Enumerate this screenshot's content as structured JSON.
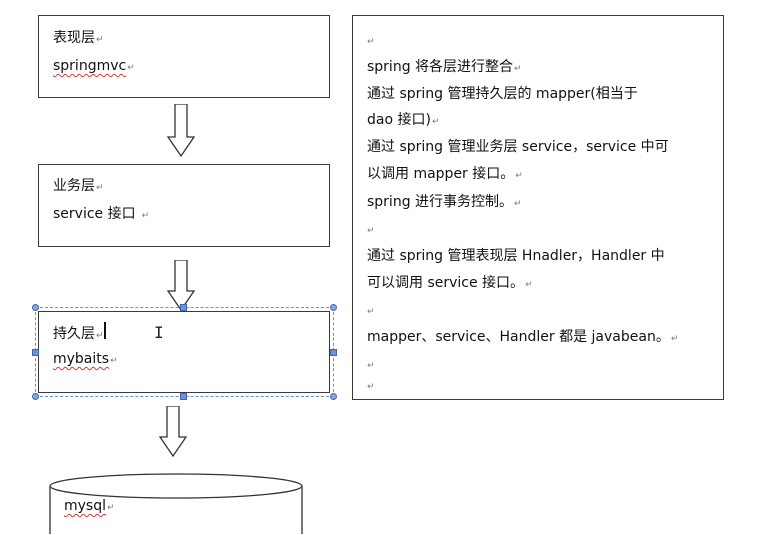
{
  "layers": {
    "presentation": {
      "title": "表现层",
      "tech": "springmvc"
    },
    "business": {
      "title": "业务层",
      "tech": "service 接口"
    },
    "persistence": {
      "title": "持久层",
      "tech": "mybaits"
    },
    "database": {
      "label": "mysql"
    }
  },
  "notes": {
    "line1": "spring 将各层进行整合",
    "line2": "通过 spring 管理持久层的 mapper(相当于",
    "line3": "dao 接口)",
    "line4": "通过 spring 管理业务层 service，service 中可",
    "line5": "以调用 mapper 接口。",
    "line6": "spring 进行事务控制。",
    "line7": "通过 spring 管理表现层 Hnadler，Handler 中",
    "line8": "可以调用 service 接口。",
    "line9": "mapper、service、Handler 都是 javabean。"
  },
  "symbols": {
    "paragraph_mark": "↵"
  },
  "colors": {
    "border": "#3a3a3a",
    "selection": "#6d8fc7",
    "spell_underline": "#d23b3b"
  }
}
